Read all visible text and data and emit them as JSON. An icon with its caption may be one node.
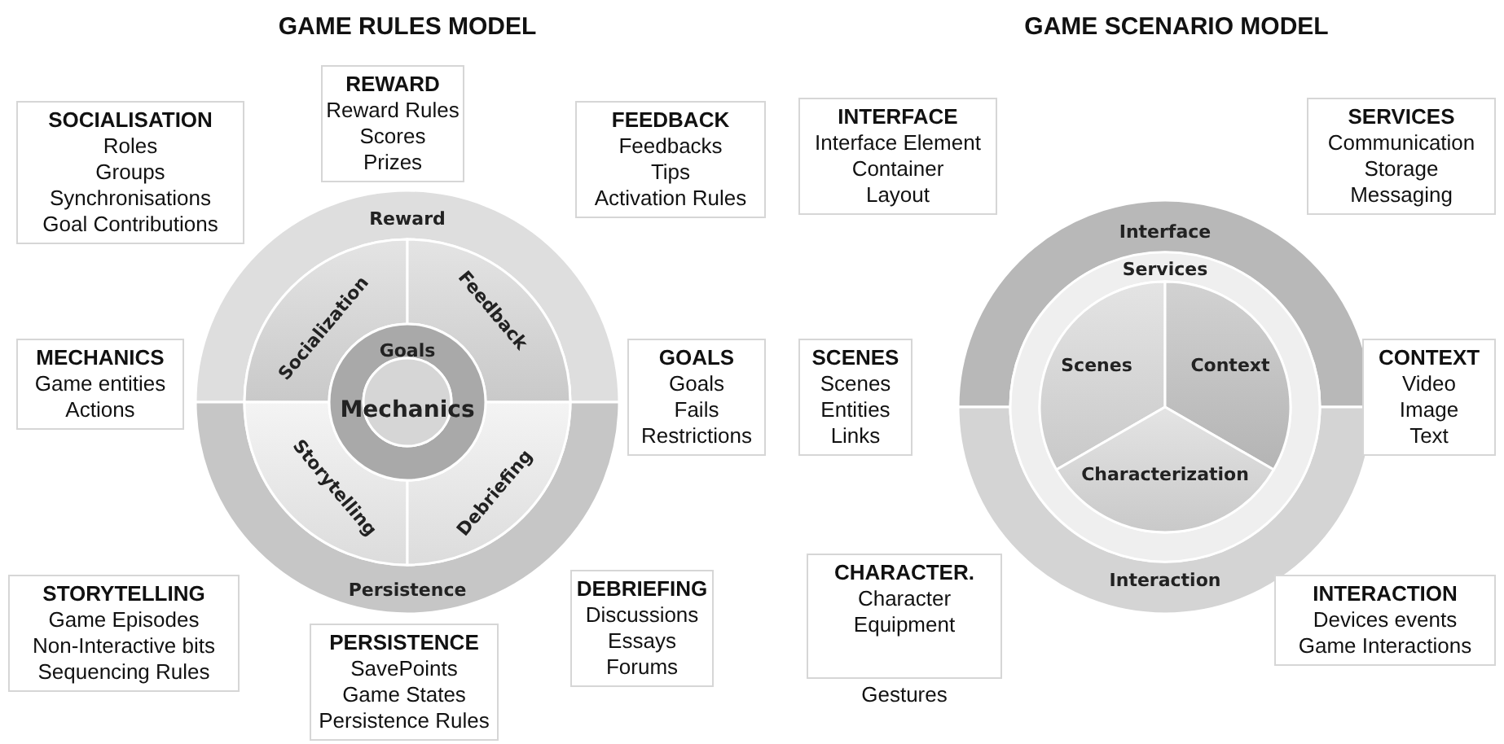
{
  "diagram": {
    "nodes": [
      {
        "text": [
          "SOCIALISATION",
          "Roles",
          "Groups",
          "Synchronisations",
          "Goal Contributions"
        ]
      },
      {
        "text": [
          "REWARD",
          "Reward Rules",
          "Scores",
          "Prizes"
        ]
      },
      {
        "text": [
          "FEEDBACK",
          "Feedbacks",
          "Tips",
          "Activation Rules"
        ]
      },
      {
        "text": [
          "MECHANICS",
          "Game entities",
          "Actions"
        ]
      },
      {
        "text": [
          "GOALS",
          "Goals",
          "Fails",
          "Restrictions"
        ]
      },
      {
        "text": [
          "STORYTELLING",
          "Game Episodes",
          "Non-Interactive bits",
          "Sequencing Rules"
        ]
      },
      {
        "text": [
          "PERSISTENCE",
          "SavePoints",
          "Game States",
          "Persistence Rules"
        ]
      },
      {
        "text": [
          "DEBRIEFING",
          "Discussions",
          "Essays",
          "Forums"
        ]
      },
      {
        "text": [
          "Reward"
        ]
      },
      {
        "text": [
          "Socialization"
        ]
      },
      {
        "text": [
          "Feedback"
        ]
      },
      {
        "text": [
          "Goals"
        ]
      },
      {
        "text": [
          "Mechanics"
        ],
        "in": 11
      },
      {
        "text": [
          "Storytelling"
        ]
      },
      {
        "text": [
          "Debriefing"
        ]
      },
      {
        "text": [
          "Persistence"
        ]
      },
      {
        "text": [
          "INTERFACE",
          "Interface Element",
          "Container",
          "Layout"
        ]
      },
      {
        "text": [
          "SERVICES",
          "Communication",
          "Storage",
          "Messaging"
        ]
      },
      {
        "text": [
          "SCENES",
          "Scenes",
          "Entities",
          "Links"
        ]
      },
      {
        "text": [
          "CONTEXT",
          "Video",
          "Image",
          "Text"
        ]
      },
      {
        "text": [
          "CHARACTER.",
          "Character",
          "Equipment"
        ],
        "beside": [
          "Gestures"
        ]
      },
      {
        "text": [
          "INTERACTION",
          "Devices events",
          "Game Interactions"
        ]
      },
      {
        "text": [
          "Interface"
        ]
      },
      {
        "text": [
          "Services"
        ]
      },
      {
        "text": [
          "Scenes"
        ],
        "in": 23
      },
      {
        "text": [
          "Context"
        ],
        "in": 23
      },
      {
        "text": [
          "Characterization"
        ],
        "in": 23
      },
      {
        "text": [
          "Interaction"
        ]
      }
    ],
    "labels": [
      "GAME RULES MODEL",
      "GAME SCENARIO MODEL"
    ]
  }
}
